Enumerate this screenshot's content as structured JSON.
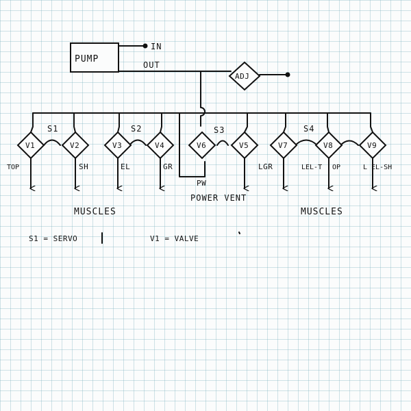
{
  "pump": {
    "label": "PUMP",
    "in_label": "IN",
    "out_label": "OUT"
  },
  "adjuster": {
    "label": "ADJ"
  },
  "servos": [
    "S1",
    "S2",
    "S3",
    "S4"
  ],
  "valves": [
    "V1",
    "V2",
    "V3",
    "V4",
    "V6",
    "V5",
    "V7",
    "V8",
    "V9"
  ],
  "outputs": [
    "TOP",
    "SH",
    "EL",
    "GR",
    "PW",
    "LGR",
    "LEL-T",
    "OP",
    "L EL-SH"
  ],
  "power_vent": "POWER VENT",
  "muscles_labels": [
    "MUSCLES",
    "MUSCLES"
  ],
  "legend": {
    "servo": "S1 = SERVO",
    "valve": "V1 = VALVE"
  }
}
